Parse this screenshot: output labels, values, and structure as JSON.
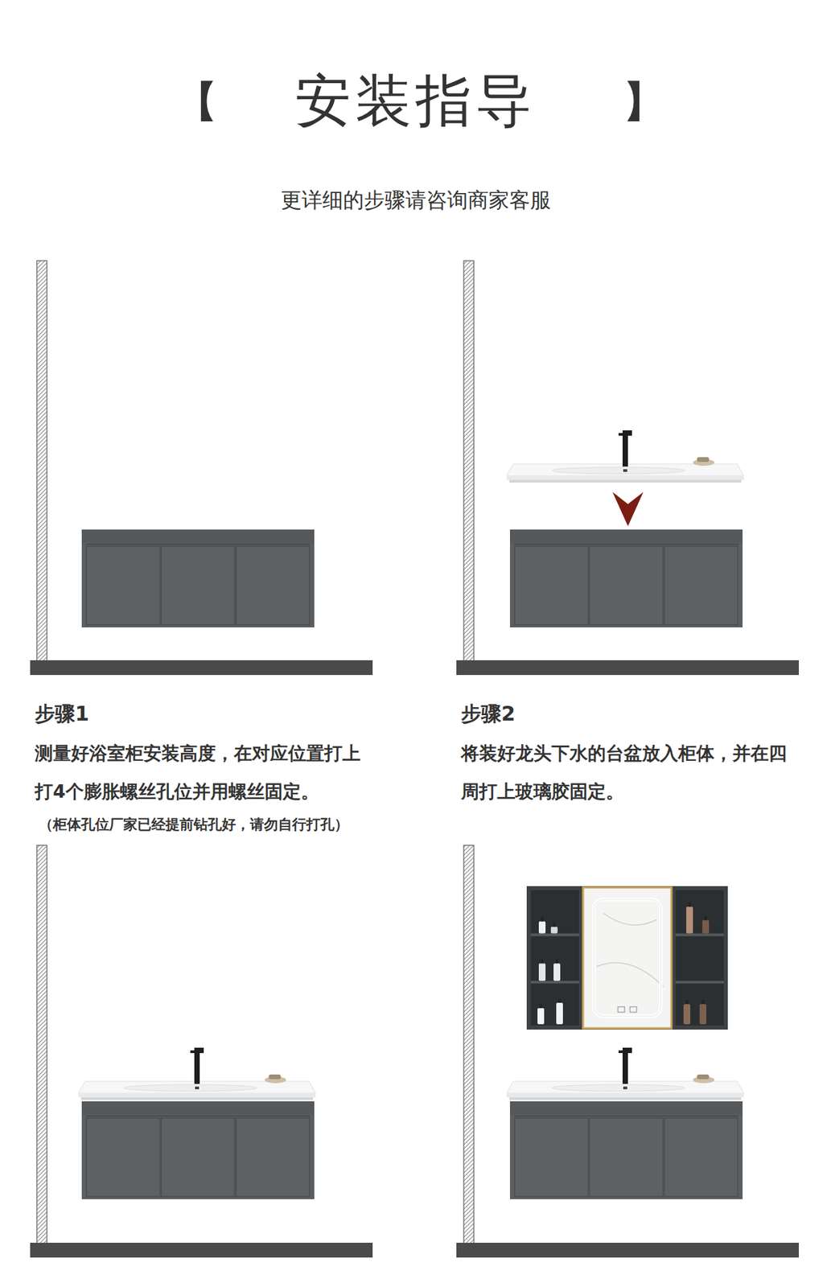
{
  "diagram": {
    "title": "安装指导",
    "labels": [
      "【",
      "】",
      "更详细的步骤请咨询商家客服",
      "步骤1",
      "测量好浴室柜安装高度，在对应位置打上打4个膨胀螺丝孔位并用螺丝固定。",
      "（柜体孔位厂家已经提前钻孔好，请勿自行打孔）",
      "步骤2",
      "将装好龙头下水的台盆放入柜体，并在四周打上玻璃胶固定。"
    ]
  }
}
